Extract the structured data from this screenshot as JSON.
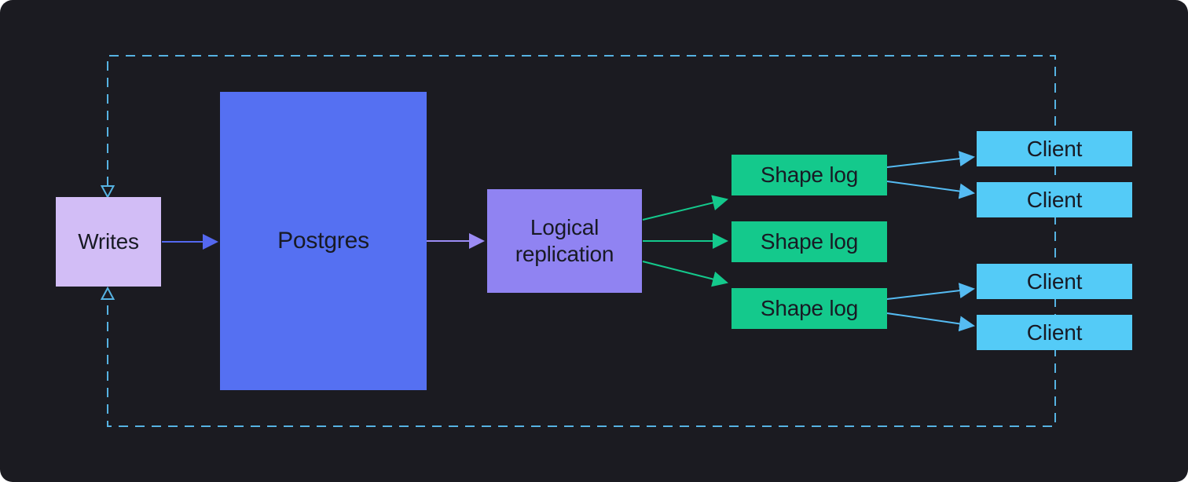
{
  "nodes": {
    "writes": {
      "label": "Writes",
      "color": "#d2bdf6"
    },
    "postgres": {
      "label": "Postgres",
      "color": "#5570f2"
    },
    "logical_replication": {
      "label": "Logical replication",
      "color": "#9083f2"
    },
    "shape_logs": [
      {
        "label": "Shape log"
      },
      {
        "label": "Shape log"
      },
      {
        "label": "Shape log"
      }
    ],
    "clients": [
      {
        "label": "Client"
      },
      {
        "label": "Client"
      },
      {
        "label": "Client"
      },
      {
        "label": "Client"
      }
    ]
  },
  "edges": [
    {
      "from": "writes",
      "to": "postgres",
      "style": "solid-arrow",
      "color": "#5468f0"
    },
    {
      "from": "postgres",
      "to": "logical_replication",
      "style": "solid-arrow",
      "color": "#9c8cf5"
    },
    {
      "from": "logical_replication",
      "to": "shape_log_1",
      "style": "solid-arrow",
      "color": "#14c98c"
    },
    {
      "from": "logical_replication",
      "to": "shape_log_2",
      "style": "solid-arrow",
      "color": "#14c98c"
    },
    {
      "from": "logical_replication",
      "to": "shape_log_3",
      "style": "solid-arrow",
      "color": "#14c98c"
    },
    {
      "from": "shape_log_1",
      "to": "client_1",
      "style": "solid-arrow",
      "color": "#55bbf2"
    },
    {
      "from": "shape_log_1",
      "to": "client_2",
      "style": "solid-arrow",
      "color": "#55bbf2"
    },
    {
      "from": "shape_log_3",
      "to": "client_3",
      "style": "solid-arrow",
      "color": "#55bbf2"
    },
    {
      "from": "shape_log_3",
      "to": "client_4",
      "style": "solid-arrow",
      "color": "#55bbf2"
    },
    {
      "from": "clients",
      "to": "writes",
      "style": "dashed-open-arrow-loop",
      "color": "#56b3e2"
    }
  ],
  "colors": {
    "page-bg": "#ffffff",
    "panel-bg": "#1b1b21",
    "text-dark": "#181a24",
    "writes-bg": "#d2bdf6",
    "postgres-bg": "#5570f2",
    "logical-bg": "#9083f2",
    "shapelog-bg": "#14c98c",
    "client-bg": "#54cbf7",
    "arrow-blue": "#5468f0",
    "arrow-purple": "#9c8cf5",
    "arrow-green": "#14c98c",
    "arrow-sky": "#55bbf2",
    "dash-line": "#56b3e2"
  }
}
